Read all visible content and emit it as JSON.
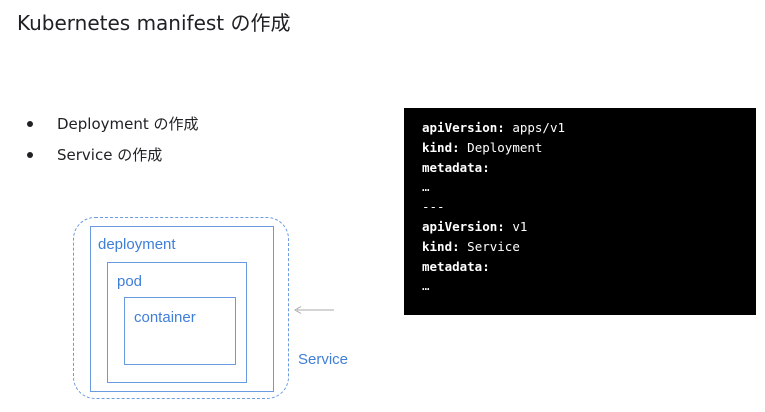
{
  "slide": {
    "title": "Kubernetes manifest の作成"
  },
  "bullets": [
    {
      "text": "Deployment の作成"
    },
    {
      "text": "Service の作成"
    }
  ],
  "diagram": {
    "service_label": "Service",
    "deployment_label": "deployment",
    "pod_label": "pod",
    "container_label": "container",
    "accent_color": "#3f7fd8"
  },
  "code": {
    "lines": [
      {
        "key": "apiVersion",
        "value": "apps/v1"
      },
      {
        "key": "kind",
        "value": "Deployment"
      },
      {
        "key": "metadata",
        "value": ""
      },
      {
        "plain": "…"
      },
      {
        "plain": "---"
      },
      {
        "key": "apiVersion",
        "value": "v1"
      },
      {
        "key": "kind",
        "value": "Service"
      },
      {
        "key": "metadata",
        "value": ""
      },
      {
        "plain": "…"
      }
    ]
  }
}
